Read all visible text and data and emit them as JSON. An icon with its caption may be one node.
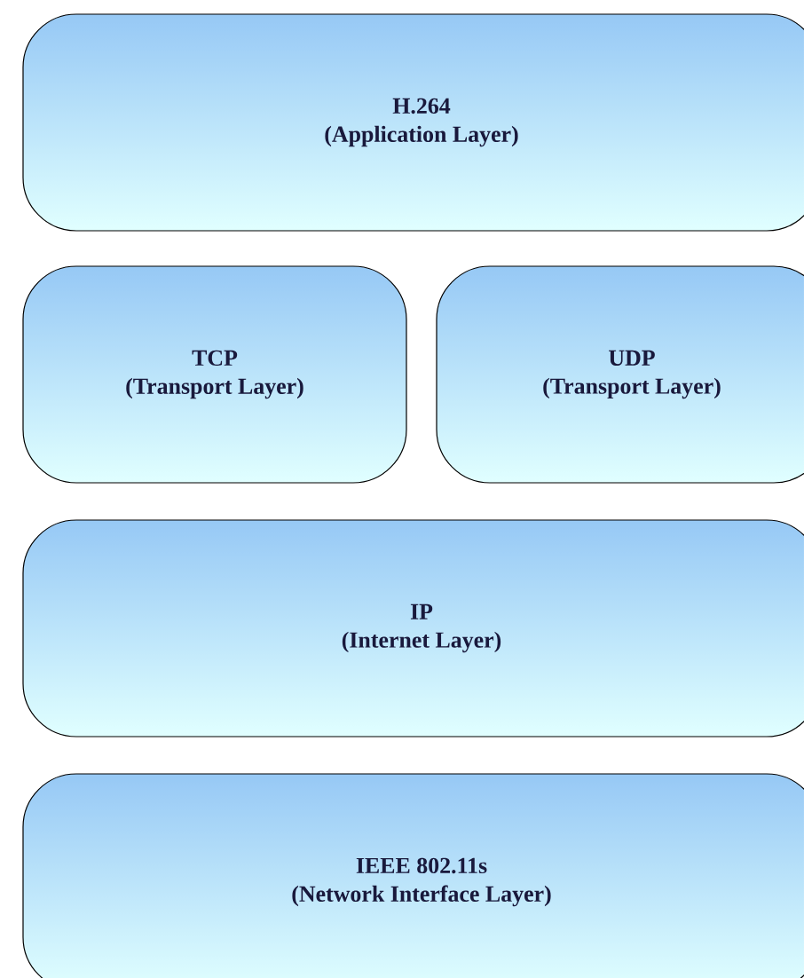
{
  "diagram": {
    "nodes": [
      {
        "text": [
          "H.264",
          "(Application Layer)"
        ]
      },
      {
        "text": [
          "TCP",
          "(Transport Layer)"
        ]
      },
      {
        "text": [
          "UDP",
          "(Transport Layer)"
        ]
      },
      {
        "text": [
          "IP",
          "(Internet Layer)"
        ]
      },
      {
        "text": [
          "IEEE 802.11s",
          "(Network Interface Layer)"
        ]
      }
    ]
  }
}
